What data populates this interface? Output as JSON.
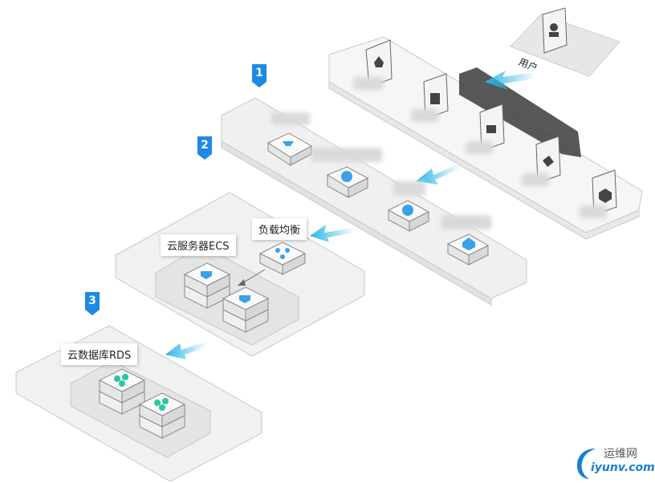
{
  "steps": {
    "one": "1",
    "two": "2",
    "three": "3"
  },
  "labels": {
    "user": "用户",
    "load_balancer": "负载均衡",
    "ecs": "云服务器ECS",
    "rds": "云数据库RDS"
  },
  "watermark": {
    "cn": "运维网",
    "en": "iyunv.com"
  },
  "colors": {
    "step_badge": "#1e88e5",
    "arrow": "#29b6e8",
    "icon_blue": "#3aa0e8",
    "icon_green": "#2bc7a0"
  }
}
